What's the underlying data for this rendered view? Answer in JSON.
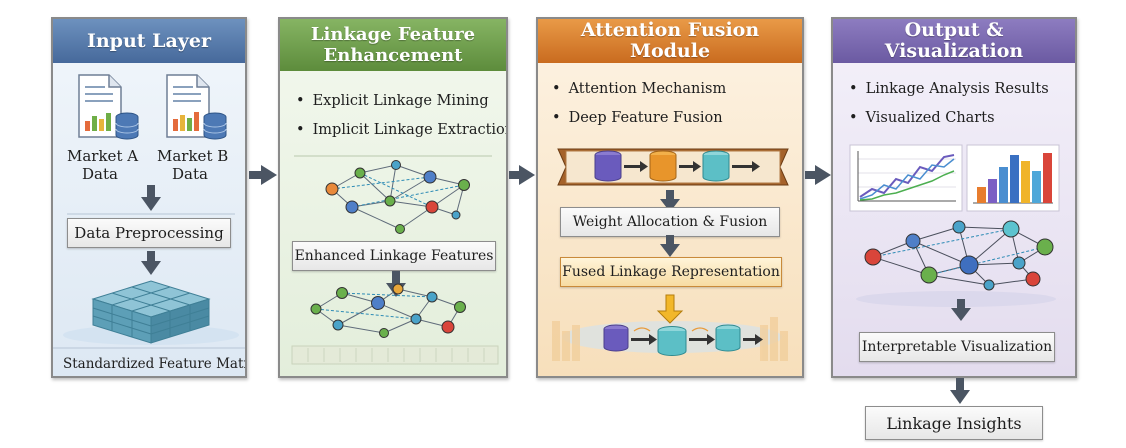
{
  "panels": {
    "input": {
      "title": "Input Layer",
      "market_a": [
        "Market A",
        "Data"
      ],
      "market_b": [
        "Market B",
        "Data"
      ],
      "preprocessing": "Data Preprocessing",
      "matrix": "Standardized Feature Matrix"
    },
    "enhancement": {
      "title_lines": [
        "Linkage Feature",
        "Enhancement"
      ],
      "bullets": [
        "Explicit Linkage Mining",
        "Implicit Linkage Extraction"
      ],
      "enhanced": "Enhanced Linkage Features"
    },
    "attention": {
      "title": "Attention Fusion Module",
      "bullets": [
        "Attention Mechanism",
        "Deep Feature Fusion"
      ],
      "weight": "Weight Allocation & Fusion",
      "fused": "Fused Linkage Representation"
    },
    "output": {
      "title": "Output & Visualization",
      "bullets": [
        "Linkage Analysis Results",
        "Visualized Charts"
      ],
      "interpretable": "Interpretable Visualization"
    }
  },
  "final_output": "Linkage Insights",
  "colors": {
    "input_header": "#46699b",
    "enhancement_header": "#5d8c3c",
    "attention_header": "#c96b1f",
    "output_header": "#6b5aa2",
    "arrow": "#4b5563"
  },
  "icons": [
    "document-database-icon",
    "data-cube-icon",
    "network-graph-icon",
    "cylinder-icon",
    "line-chart-icon",
    "bar-chart-icon"
  ]
}
